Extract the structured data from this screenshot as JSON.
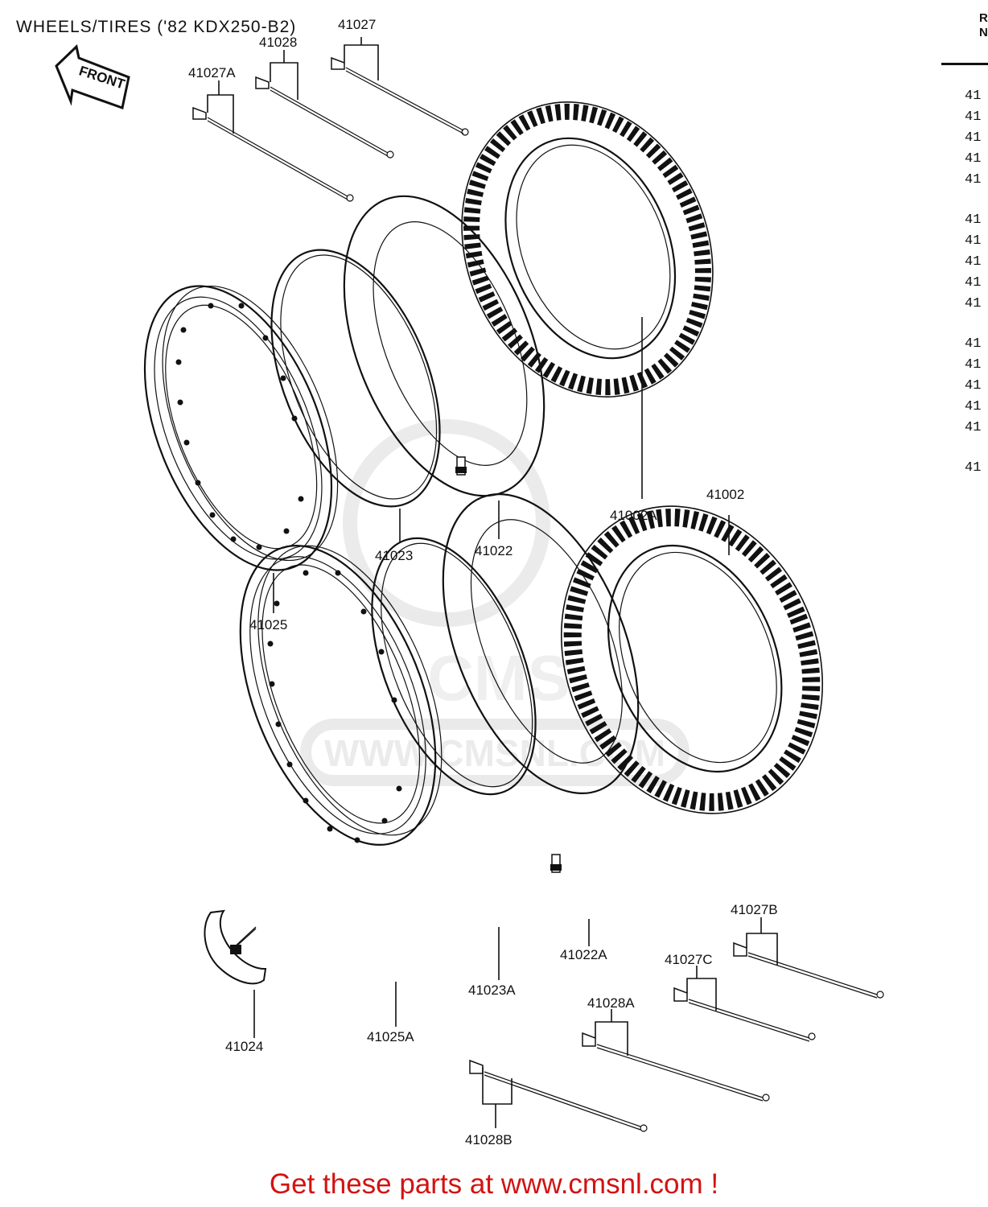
{
  "title": "WHEELS/TIRES ('82 KDX250-B2)",
  "front_arrow": "FRONT",
  "watermark": {
    "site": "WWW.CMSNL.COM",
    "logo_text": "CMS"
  },
  "parts": {
    "p41027": "41027",
    "p41028": "41028",
    "p41027A": "41027A",
    "p41002A": "41002A",
    "p41002": "41002",
    "p41022": "41022",
    "p41023": "41023",
    "p41025": "41025",
    "p41022A": "41022A",
    "p41023A": "41023A",
    "p41024": "41024",
    "p41025A": "41025A",
    "p41027B": "41027B",
    "p41027C": "41027C",
    "p41028A": "41028A",
    "p41028B": "41028B"
  },
  "right_column": {
    "header_r": "R",
    "header_n": "N",
    "items": [
      "41",
      "41",
      "41",
      "41",
      "41",
      "41",
      "41",
      "41",
      "41",
      "41",
      "41",
      "41",
      "41",
      "41",
      "41",
      "41"
    ]
  },
  "footer": "Get these parts at www.cmsnl.com !",
  "colors": {
    "footer": "#d31212",
    "ink": "#111111",
    "watermark": "#dcdcdc"
  }
}
